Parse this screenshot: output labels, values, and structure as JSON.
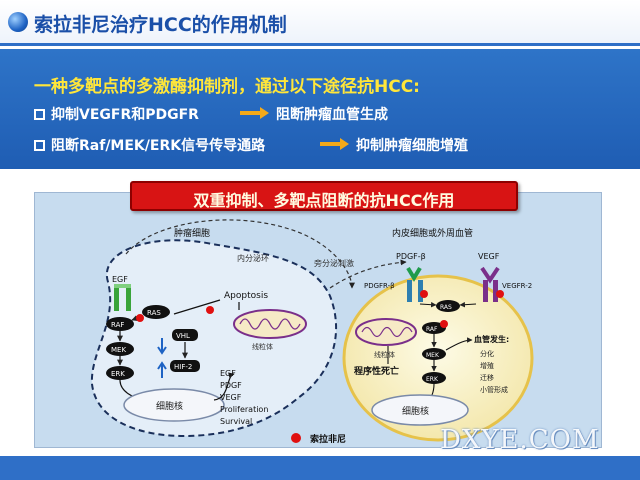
{
  "slide": {
    "title": "索拉非尼治疗HCC的作用机制",
    "lead": "一种多靶点的多激酶抑制剂，通过以下途径抗HCC:",
    "points": [
      {
        "text": "抑制VEGFR和PDGFR",
        "result": "阻断肿瘤血管生成"
      },
      {
        "text": "阻断Raf/MEK/ERK信号传导通路",
        "result": "抑制肿瘤细胞增殖"
      }
    ]
  },
  "diagram": {
    "banner": "双重抑制、多靶点阻断的抗HCC作用",
    "tumor_cell": {
      "title": "肿瘤细胞",
      "receptor": "EGF",
      "paracrine": "内分泌环",
      "apoptosis": "Apoptosis",
      "nodes": [
        "RAS",
        "RAF",
        "MEK",
        "ERK"
      ],
      "vhl": "VHL",
      "hif": "HIF-2",
      "mito": "线粒体",
      "nucleus": "细胞核",
      "outputs": [
        "EGF",
        "PDGF",
        "VEGF",
        "Proliferation",
        "Survival"
      ]
    },
    "endothelial": {
      "title": "内皮细胞或外周血管",
      "secretion": "旁分泌刺激",
      "ligand1": "PDGF-β",
      "ligand2": "VEGF",
      "receptor1": "PDGFR-β",
      "receptor2": "VEGFR-2",
      "nodes": [
        "RAS",
        "RAF",
        "MEK",
        "ERK"
      ],
      "mito": "线粒体",
      "apoptosis": "程序性死亡",
      "nucleus": "细胞核",
      "angio_title": "血管发生:",
      "angio_items": [
        "分化",
        "增殖",
        "迁移",
        "小管形成"
      ]
    },
    "legend": "索拉非尼"
  },
  "watermark": "DXYE.COM",
  "colors": {
    "accent": "#2f6fc7",
    "highlight": "#ffe63a",
    "banner": "#d81414",
    "drug": "#e01010",
    "arrow": "#f3a91a"
  }
}
